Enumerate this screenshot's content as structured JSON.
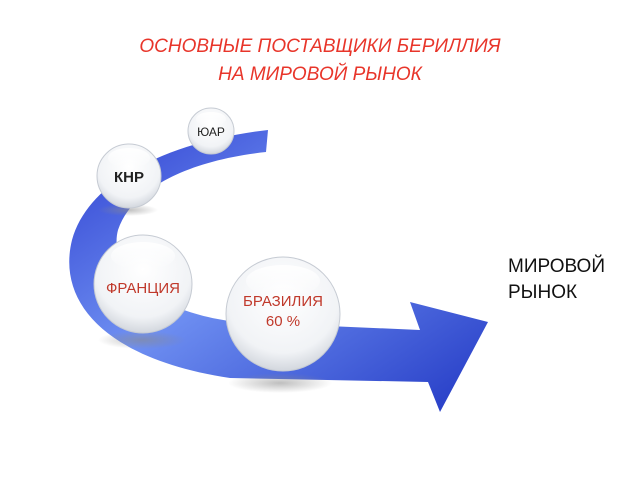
{
  "title": {
    "line1": "ОСНОВНЫЕ ПОСТАВЩИКИ БЕРИЛЛИЯ",
    "line2": "НА МИРОВОЙ РЫНОК"
  },
  "target": {
    "line1": "МИРОВОЙ",
    "line2": "РЫНОК"
  },
  "suppliers": [
    {
      "name": "ЮАР",
      "value": ""
    },
    {
      "name": "КНР",
      "value": ""
    },
    {
      "name": "ФРАНЦИЯ",
      "value": ""
    },
    {
      "name": "БРАЗИЛИЯ",
      "value": "60 %"
    }
  ],
  "colors": {
    "title": "#e8352a",
    "arrow_light": "#6a8cf0",
    "arrow_dark": "#1f2fb8",
    "bubble_text_dark": "#222222",
    "bubble_text_red": "#c0392b"
  }
}
